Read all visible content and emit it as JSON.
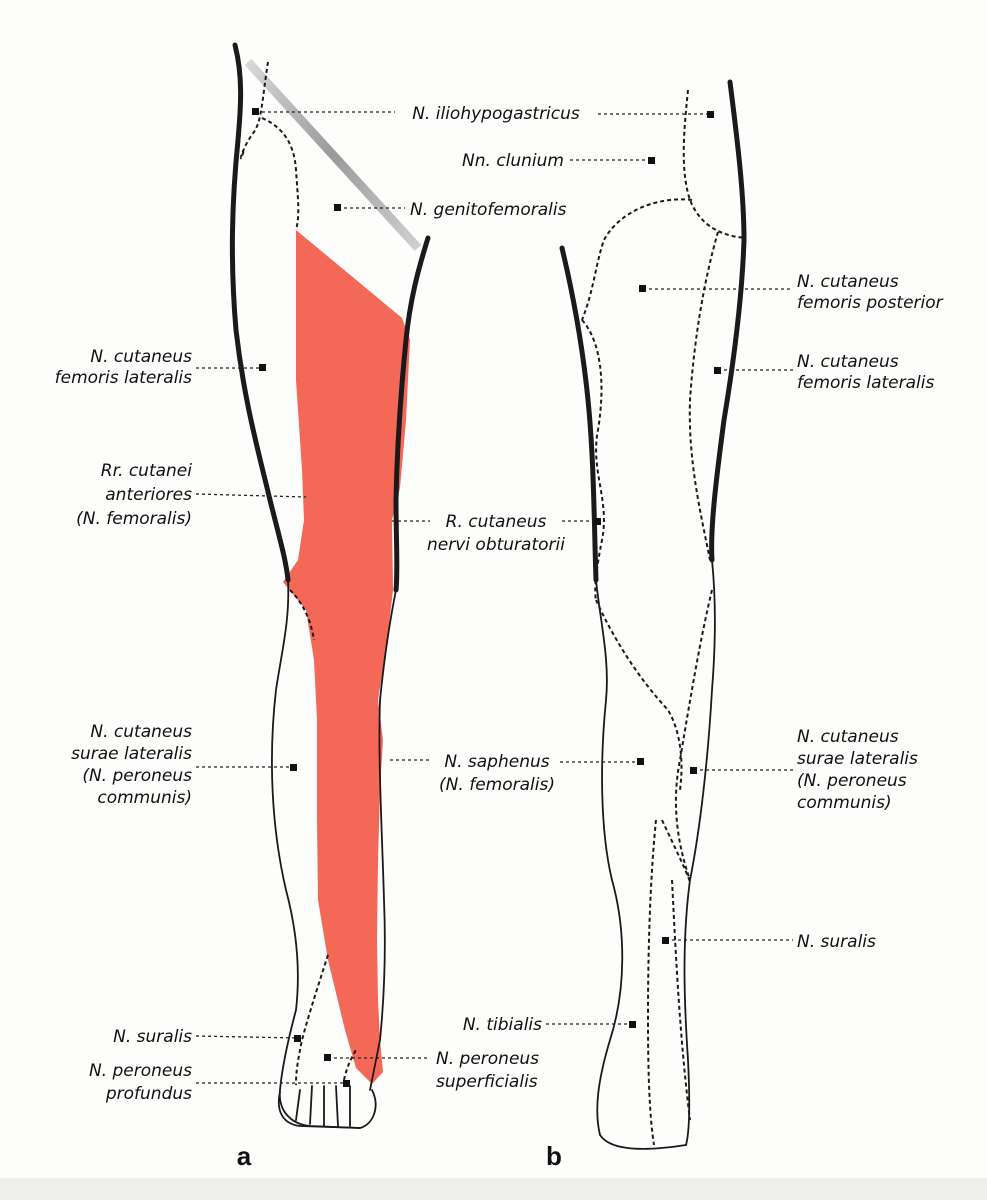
{
  "figure": {
    "panels": [
      {
        "id": "a",
        "label": "a"
      },
      {
        "id": "b",
        "label": "b"
      }
    ],
    "highlight_color": "#f46857",
    "labels": [
      {
        "key": "iliohypogastricus",
        "lines": [
          "N. iliohypogastricus"
        ]
      },
      {
        "key": "clunium",
        "lines": [
          "Nn. clunium"
        ]
      },
      {
        "key": "genitofemoralis",
        "lines": [
          "N. genitofemoralis"
        ]
      },
      {
        "key": "cut-fem-post",
        "lines": [
          "N. cutaneus",
          "femoris posterior"
        ]
      },
      {
        "key": "cut-fem-lat-a",
        "lines": [
          "N. cutaneus",
          "femoris lateralis"
        ]
      },
      {
        "key": "cut-fem-lat-b",
        "lines": [
          "N. cutaneus",
          "femoris lateralis"
        ]
      },
      {
        "key": "rr-cutanei",
        "lines": [
          "Rr. cutanei",
          "anteriores",
          "(N. femoralis)"
        ]
      },
      {
        "key": "r-cut-obt",
        "lines": [
          "R. cutaneus",
          "nervi obturatorii"
        ]
      },
      {
        "key": "cut-surae-a",
        "lines": [
          "N. cutaneus",
          "surae lateralis",
          "(N. peroneus",
          "communis)"
        ]
      },
      {
        "key": "saphenus",
        "lines": [
          "N. saphenus",
          "(N. femoralis)"
        ]
      },
      {
        "key": "cut-surae-b",
        "lines": [
          "N. cutaneus",
          "surae lateralis",
          "(N. peroneus",
          "communis)"
        ]
      },
      {
        "key": "suralis-b",
        "lines": [
          "N. suralis"
        ]
      },
      {
        "key": "tibialis",
        "lines": [
          "N. tibialis"
        ]
      },
      {
        "key": "suralis-a",
        "lines": [
          "N. suralis"
        ]
      },
      {
        "key": "peroneus-sup",
        "lines": [
          "N. peroneus",
          "superficialis"
        ]
      },
      {
        "key": "peroneus-prof",
        "lines": [
          "N. peroneus",
          "profundus"
        ]
      }
    ]
  }
}
